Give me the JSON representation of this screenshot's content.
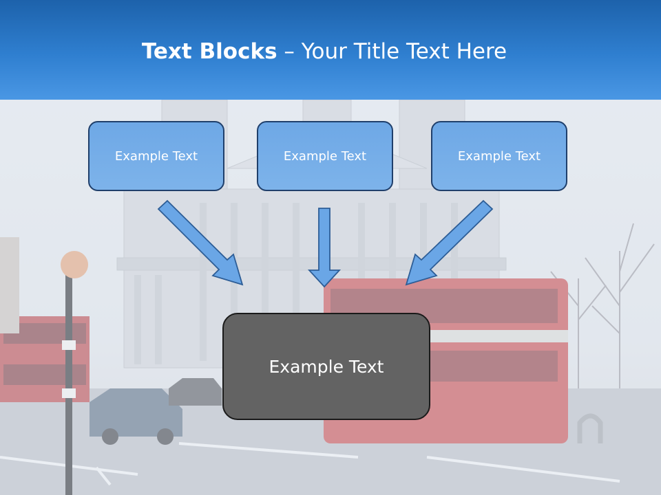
{
  "slide": {
    "title_bold": "Text Blocks",
    "title_rest": " – Your Title Text Here"
  },
  "blocks": {
    "top": [
      {
        "text": "Example Text"
      },
      {
        "text": "Example Text"
      },
      {
        "text": "Example Text"
      }
    ],
    "center": {
      "text": "Example Text"
    }
  },
  "colors": {
    "header": "#2f7fd0",
    "box_fill": "#7db3ea",
    "box_border": "#1f3f6b",
    "center_fill": "#636363",
    "arrow_fill": "#6aa6e6",
    "arrow_stroke": "#2d5d96"
  },
  "background_image": {
    "subject": "cathedral-street-with-red-double-decker-bus"
  }
}
